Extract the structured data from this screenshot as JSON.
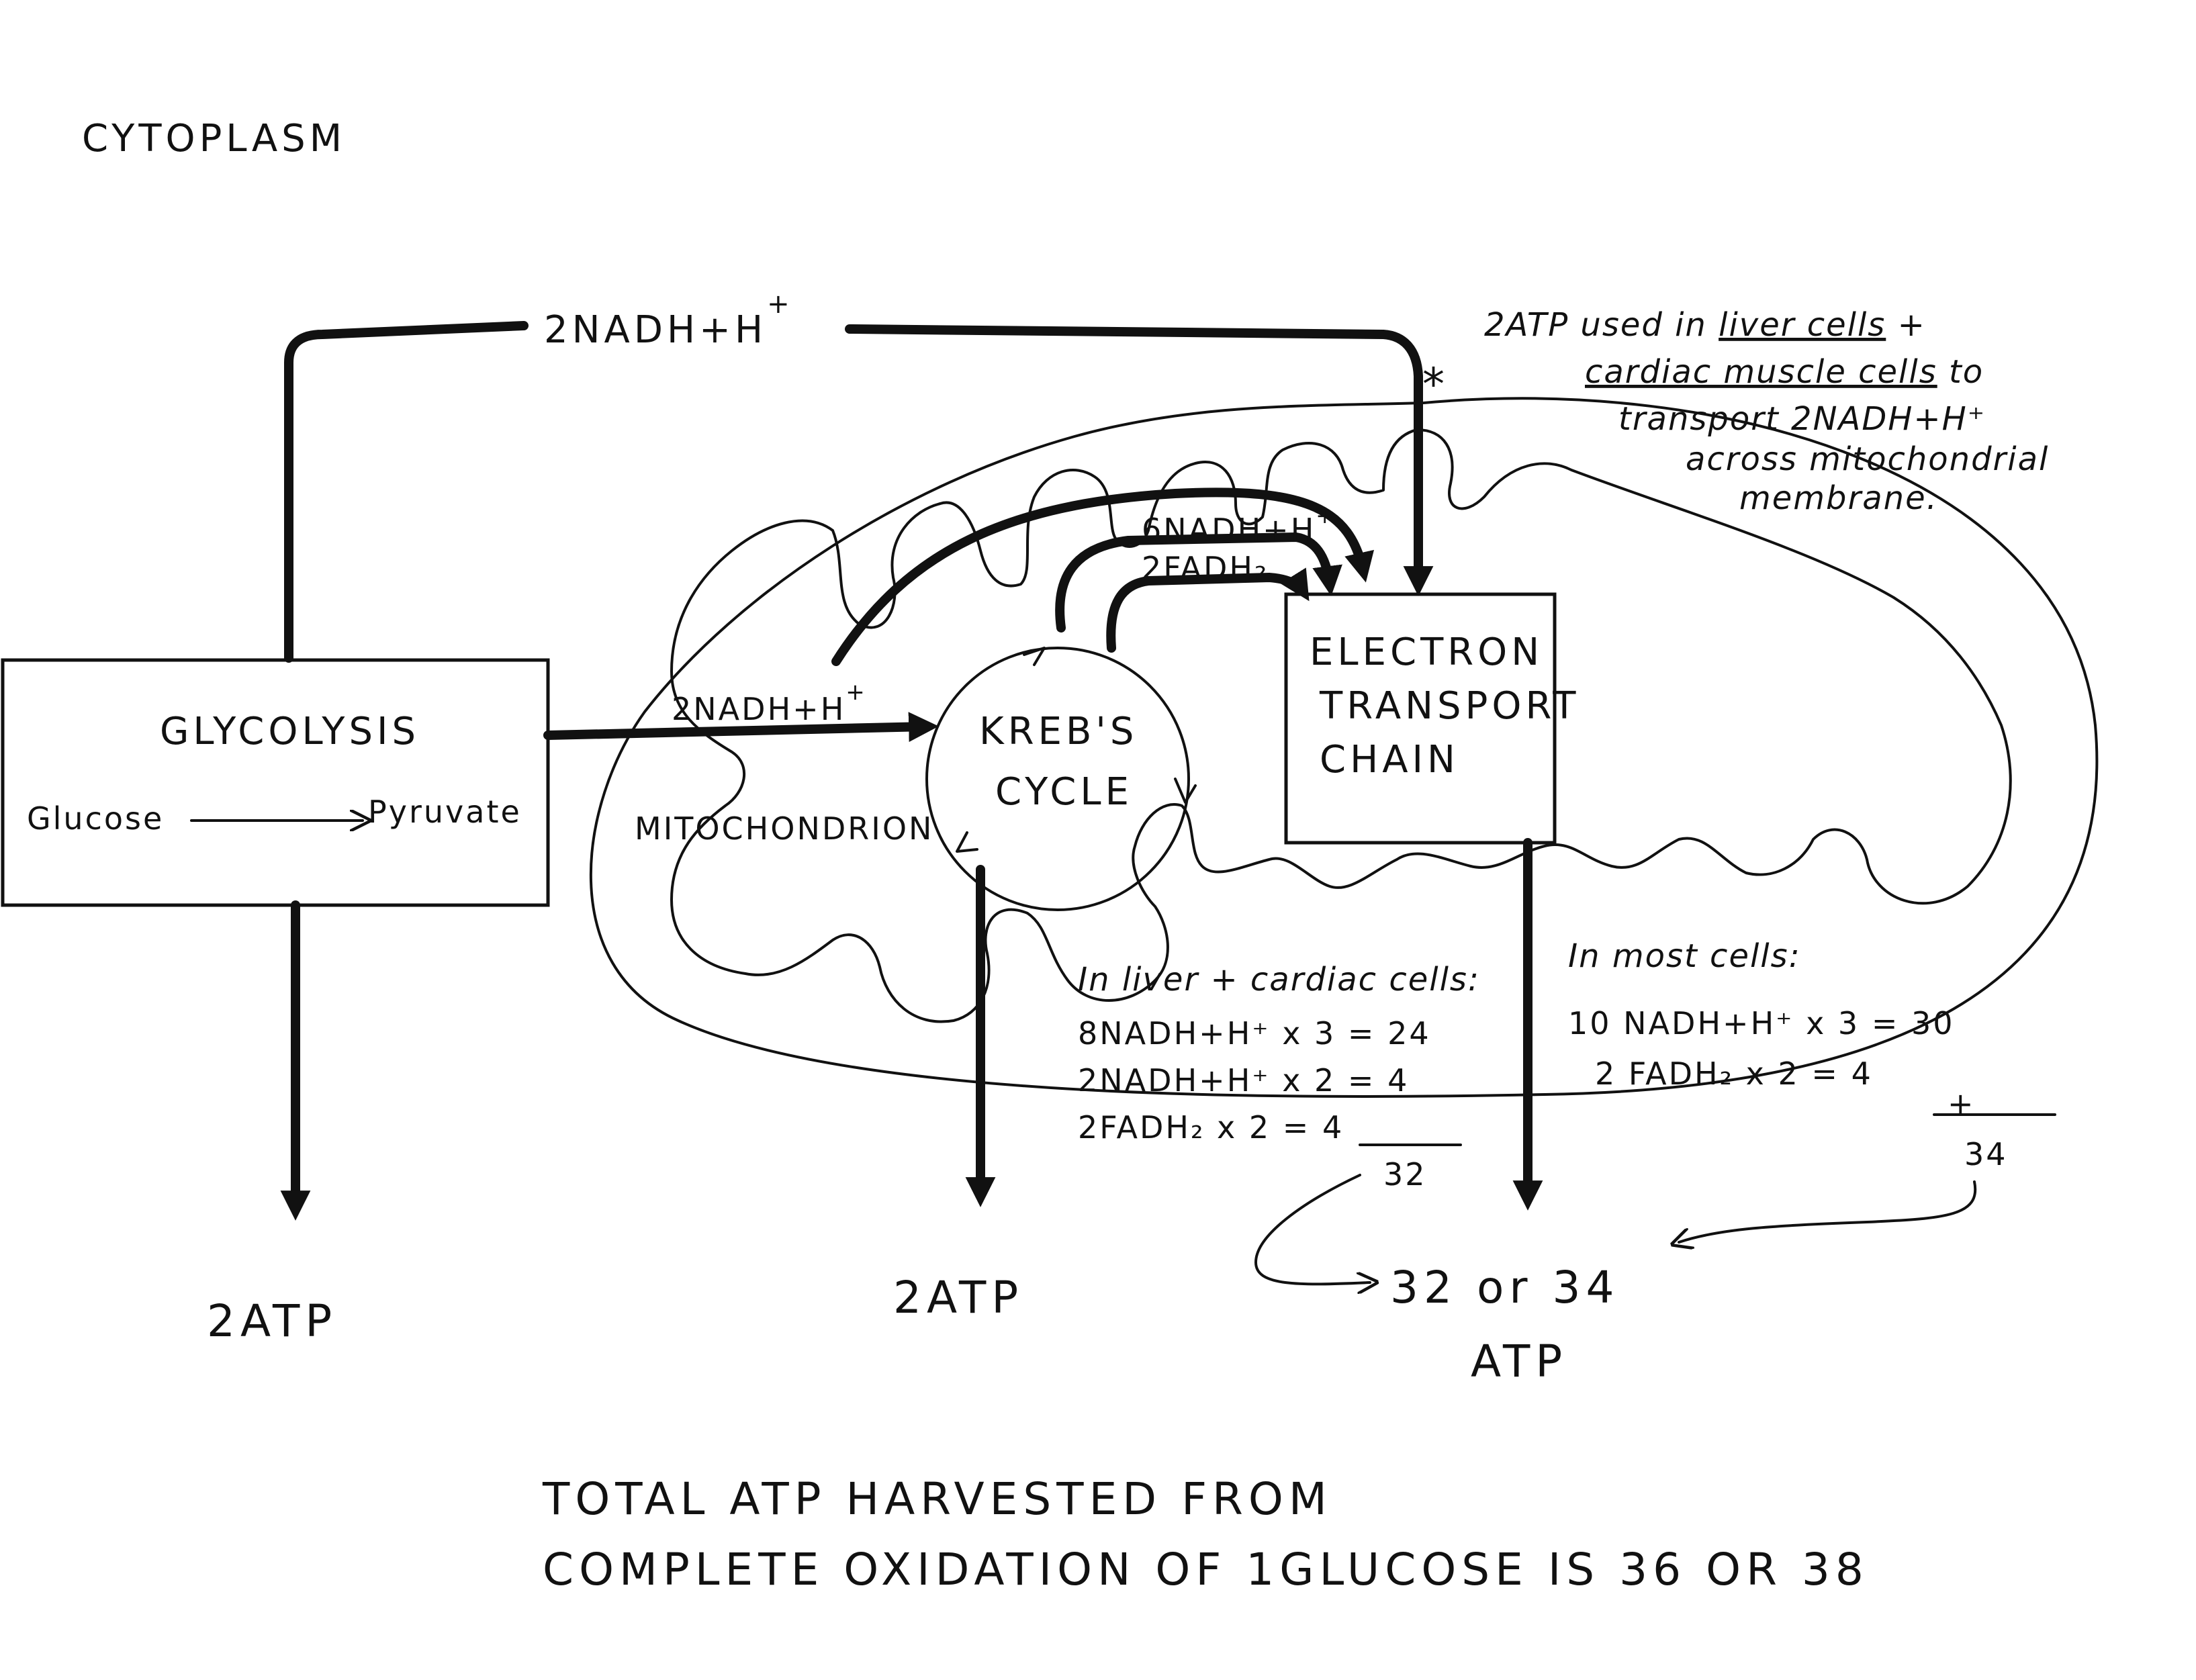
{
  "labels": {
    "cytoplasm": "CYTOPLASM",
    "glycolysis": "GLYCOLYSIS",
    "glucose": "Glucose",
    "pyruvate": "Pyruvate",
    "mitochondrion": "MITOCHONDRION",
    "krebs_line1": "KREB'S",
    "krebs_line2": "CYCLE",
    "etc_line1": "ELECTRON",
    "etc_line2": "TRANSPORT",
    "etc_line3": "CHAIN",
    "top_nadh": "2NADH+H",
    "top_nadh_sup": "+",
    "mito_nadh": "2NADH+H",
    "mito_nadh_sup": "+",
    "krebs_nadh": "6NADH+H",
    "krebs_nadh_sup": "+",
    "krebs_fadh": "2FADH₂",
    "atp_glycolysis": "2ATP",
    "atp_krebs": "2ATP",
    "atp_total_line1": "32 or 34",
    "atp_total_line2": "ATP",
    "asterisk": "*"
  },
  "liver_note": {
    "line1_prefix": "2ATP used in ",
    "line1_underlined": "liver cells",
    "line1_suffix": " +",
    "line2_underlined": "cardiac muscle cells",
    "line2_suffix": " to",
    "line3": "transport 2NADH+H⁺",
    "line4": "across mitochondrial",
    "line5": "membrane."
  },
  "liver_calc": {
    "heading": "In liver + cardiac cells:",
    "rows": [
      "8NADH+H⁺ x 3 = 24",
      "2NADH+H⁺ x 2 =  4",
      "2FADH₂ x 2 =  4"
    ],
    "total": "32"
  },
  "most_calc": {
    "heading": "In most cells:",
    "rows": [
      "10 NADH+H⁺ x 3 = 30",
      "2 FADH₂  x 2 =  4"
    ],
    "plus": "+",
    "total": "34"
  },
  "footer": {
    "line1": "TOTAL ATP HARVESTED FROM",
    "line2": "COMPLETE OXIDATION OF 1GLUCOSE IS 36 OR 38"
  }
}
